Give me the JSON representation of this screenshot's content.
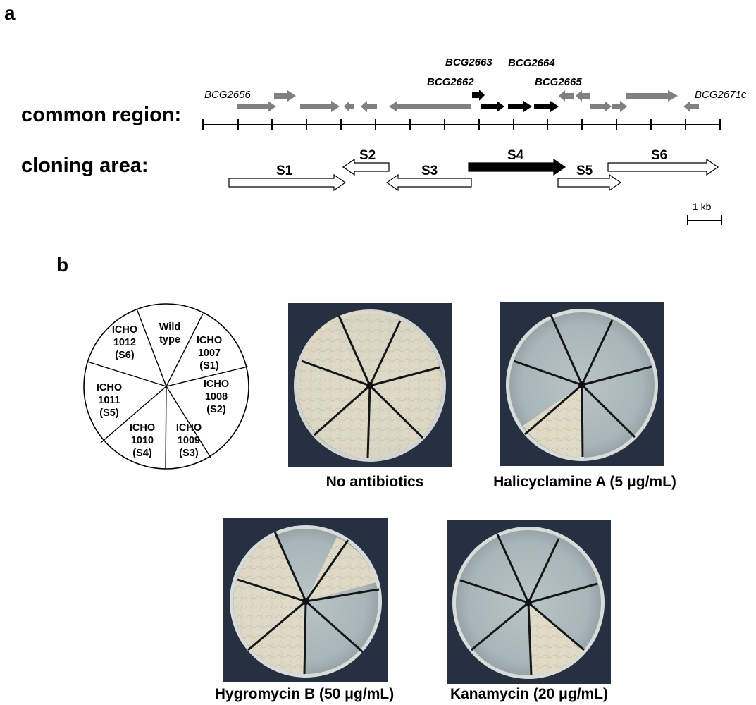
{
  "panel_a": {
    "letter": "a",
    "common_region_label": "common region:",
    "cloning_area_label": "cloning area:",
    "genes": {
      "g2656": "BCG2656",
      "g2662": "BCG2662",
      "g2663": "BCG2663",
      "g2664": "BCG2664",
      "g2665": "BCG2665",
      "g2671c": "BCG2671c"
    },
    "segments": {
      "s1": "S1",
      "s2": "S2",
      "s3": "S3",
      "s4": "S4",
      "s5": "S5",
      "s6": "S6"
    },
    "scale_label": "1 kb",
    "colors": {
      "flanking_gene": "#808080",
      "target_gene": "#000000",
      "target_segment": "#000000"
    }
  },
  "panel_b": {
    "letter": "b",
    "pie_sectors": [
      {
        "lines": [
          "Wild",
          "type"
        ]
      },
      {
        "lines": [
          "ICHO",
          "1007",
          "(S1)"
        ]
      },
      {
        "lines": [
          "ICHO",
          "1008",
          "(S2)"
        ]
      },
      {
        "lines": [
          "ICHO",
          "1009",
          "(S3)"
        ]
      },
      {
        "lines": [
          "ICHO",
          "1010",
          "(S4)"
        ]
      },
      {
        "lines": [
          "ICHO",
          "1011",
          "(S5)"
        ]
      },
      {
        "lines": [
          "ICHO",
          "1012",
          "(S6)"
        ]
      }
    ],
    "plates": [
      {
        "caption": "No antibiotics"
      },
      {
        "caption": "Halicyclamine A (5 μg/mL)"
      },
      {
        "caption": "Hygromycin B (50 μg/mL)"
      },
      {
        "caption": "Kanamycin (20 μg/mL)"
      }
    ]
  }
}
